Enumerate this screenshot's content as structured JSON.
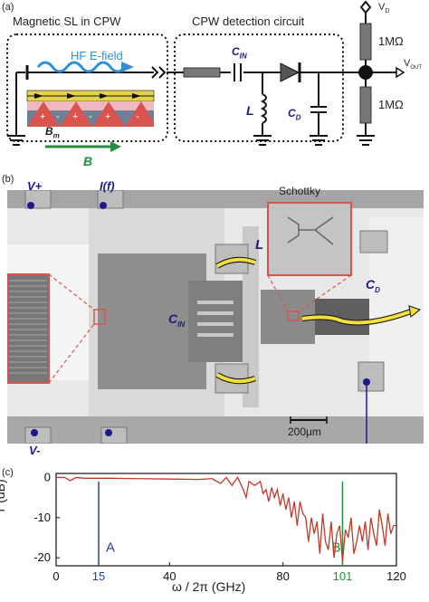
{
  "panel_a": {
    "label": "(a)",
    "box1_title": "Magnetic SL in CPW",
    "box2_title": "CPW detection circuit",
    "hf_label": "HF E-field",
    "b_label": "B",
    "bm_label": "B",
    "bm_sub": "m",
    "cin_label": "C",
    "cin_sub": "IN",
    "l_label": "L",
    "cd_label": "C",
    "cd_sub": "D",
    "vd_label": "V",
    "vd_sub": "D",
    "r_top": "1MΩ",
    "r_bottom": "1MΩ",
    "vout_label": "V",
    "vout_sub": "OUT",
    "colors": {
      "blue_arrow": "#2f8fd6",
      "green_arrow": "#1f8f3a",
      "red_region": "#d9534f",
      "pink_band": "#f2b8c0"
    }
  },
  "panel_b": {
    "label": "(b)",
    "vplus": "V+",
    "if_label": "I(f)",
    "vminus": "V-",
    "schottky": "Schottky",
    "l_label": "L",
    "cin_label": "C",
    "cin_sub": "IN",
    "cd_label": "C",
    "cd_sub": "D",
    "scalebar": "200μm"
  },
  "panel_c": {
    "label": "(c)",
    "chart_data": {
      "type": "line",
      "xlabel": "ω / 2π  (GHz)",
      "ylabel": "T (dB)",
      "xlim": [
        0,
        120
      ],
      "ylim": [
        -22,
        1
      ],
      "x_ticks": [
        0,
        15,
        40,
        80,
        101,
        120
      ],
      "y_ticks": [
        0,
        -10,
        -20
      ],
      "markers": [
        {
          "x": 15,
          "label": "A",
          "color": "#2a3a9a"
        },
        {
          "x": 101,
          "label": "B",
          "color": "#1f8f3a"
        }
      ],
      "series": [
        {
          "color": "#c0392b",
          "x": [
            0,
            3,
            5,
            7,
            10,
            20,
            30,
            40,
            50,
            55,
            58,
            60,
            62,
            64,
            66,
            67,
            68,
            70,
            72,
            73,
            74,
            75,
            76,
            77,
            78,
            79,
            80,
            81,
            82,
            83,
            84,
            85,
            86,
            87,
            88,
            89,
            90,
            91,
            92,
            93,
            94,
            95,
            96,
            97,
            98,
            99,
            100,
            101,
            102,
            103,
            104,
            105,
            106,
            107,
            108,
            109,
            110,
            111,
            112,
            113,
            114,
            115,
            116,
            117,
            118,
            119,
            120
          ],
          "y": [
            0,
            0,
            -0.8,
            0,
            -0.2,
            -0.2,
            -0.3,
            -0.4,
            -0.5,
            -0.3,
            -1.5,
            0,
            -2,
            0,
            -3,
            -5,
            -1,
            -2,
            -1,
            -4,
            -3,
            -6,
            -2.5,
            -5,
            -3,
            -7,
            -4,
            -8,
            -5,
            -10,
            -6,
            -12,
            -6,
            -9,
            -10,
            -16,
            -10,
            -14,
            -11,
            -19,
            -9,
            -16,
            -18,
            -11,
            -20,
            -14,
            -12,
            -21,
            -13,
            -15,
            -10,
            -19,
            -16,
            -12,
            -16,
            -11,
            -18,
            -10,
            -14,
            -17,
            -8,
            -12,
            -17,
            -9,
            -14,
            -12,
            -12
          ]
        }
      ]
    }
  }
}
